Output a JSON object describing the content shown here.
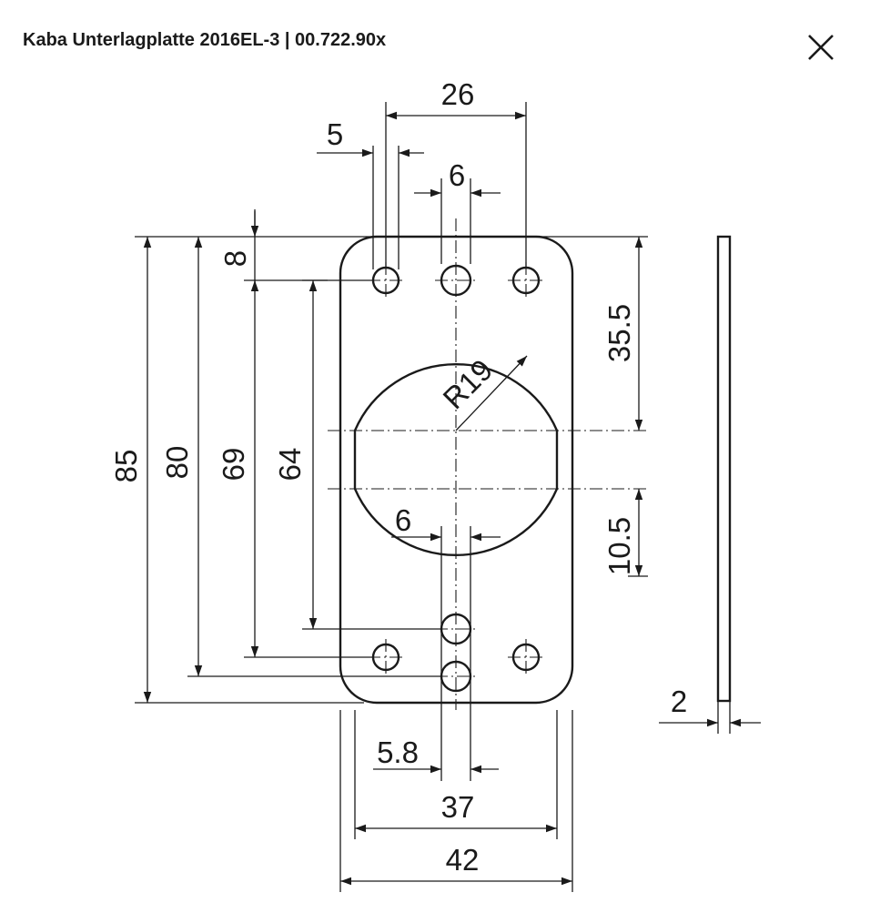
{
  "header": {
    "title": "Kaba Unterlagplatte 2016EL-3 | 00.722.90x"
  },
  "icons": {
    "close": "close-icon"
  },
  "colors": {
    "line": "#1a1a1a",
    "background": "#ffffff"
  },
  "dimensions": {
    "top_width": "26",
    "top_offset": "5",
    "top_hole": "6",
    "top_margin": "8",
    "total_height": "85",
    "height_80": "80",
    "height_69": "69",
    "height_64": "64",
    "radius": "R19",
    "upper_offset": "35.5",
    "lower_offset": "10.5",
    "slot_width": "6",
    "lower_hole": "5.8",
    "inner_width": "37",
    "total_width": "42",
    "thickness": "2"
  }
}
